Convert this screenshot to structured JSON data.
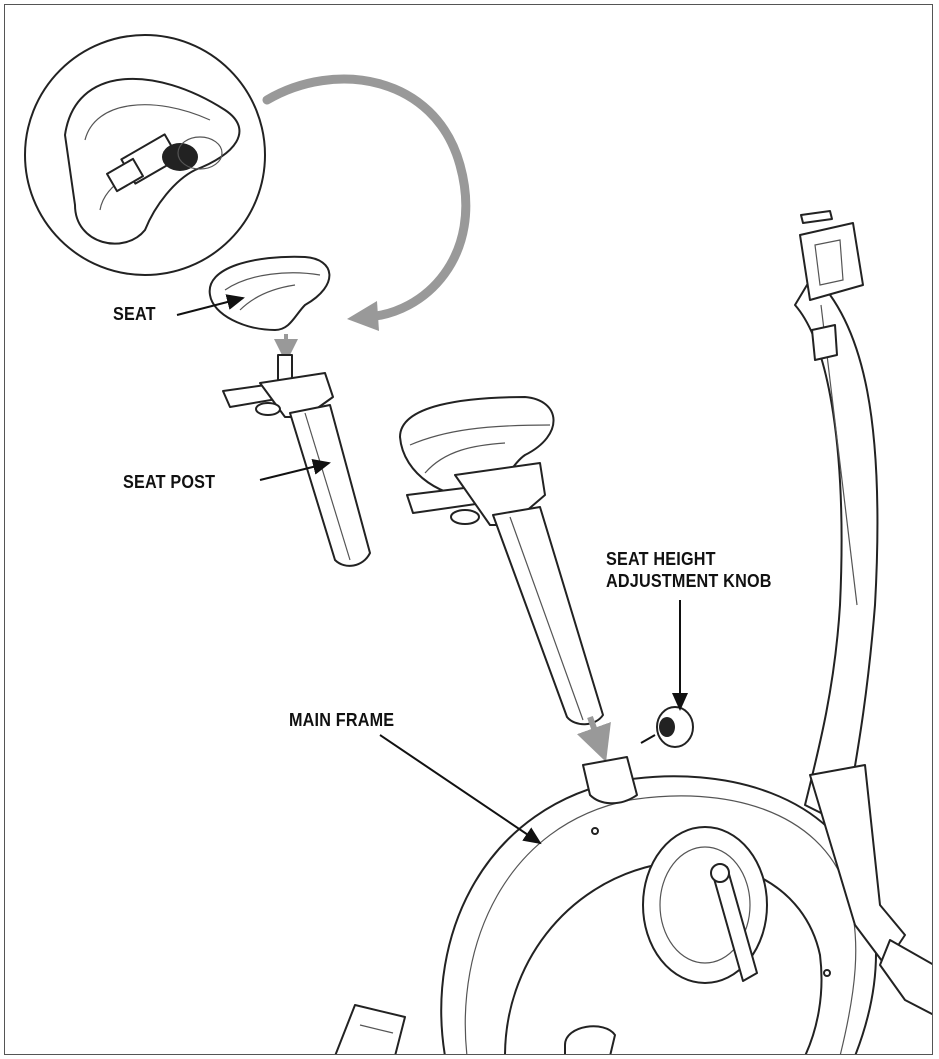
{
  "labels": {
    "seat": "SEAT",
    "seat_post": "SEAT POST",
    "knob_line1": "SEAT HEIGHT",
    "knob_line2": "ADJUSTMENT KNOB",
    "main_frame": "MAIN FRAME"
  },
  "colors": {
    "outline": "#222222",
    "rotation_arrow": "#999999",
    "insert_arrow": "#888888"
  },
  "icons": [
    "rotation-arrow-icon",
    "insert-arrow-icon",
    "pointer-arrow-icon"
  ]
}
